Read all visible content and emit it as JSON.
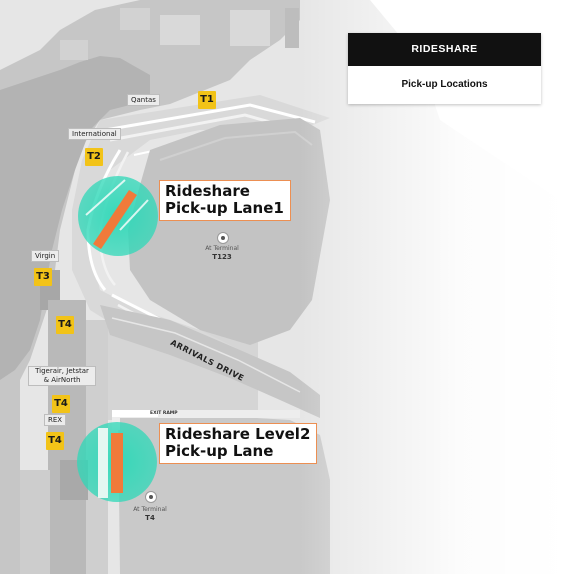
{
  "legend": {
    "title": "RIDESHARE",
    "subtitle": "Pick-up Locations"
  },
  "terminals": [
    {
      "badge": "T1",
      "airline": "Qantas"
    },
    {
      "badge": "T2",
      "airline": "International"
    },
    {
      "badge": "T3",
      "airline": "Virgin"
    },
    {
      "badge": "T4",
      "airline": ""
    },
    {
      "badge": "T4",
      "airline": "Tigerair, Jetstar & AirNorth"
    },
    {
      "badge": "T4",
      "airline": "REX"
    }
  ],
  "pickup_zones": [
    {
      "line1": "Rideshare",
      "line2": "Pick-up Lane1"
    },
    {
      "line1": "Rideshare Level2",
      "line2": "Pick-up Lane"
    }
  ],
  "parking": [
    {
      "caption": "At Terminal",
      "code": "T123"
    },
    {
      "caption": "At Terminal",
      "code": "T4"
    }
  ],
  "roads": {
    "arrivals_drive": "ARRIVALS DRIVE",
    "exit_ramp": "EXIT RAMP"
  },
  "colors": {
    "lane": "#f07a3a",
    "zone_glow": "#2fd8b8",
    "badge": "#f2c318",
    "callout_border": "#ec8f52",
    "legend_header": "#111111"
  }
}
